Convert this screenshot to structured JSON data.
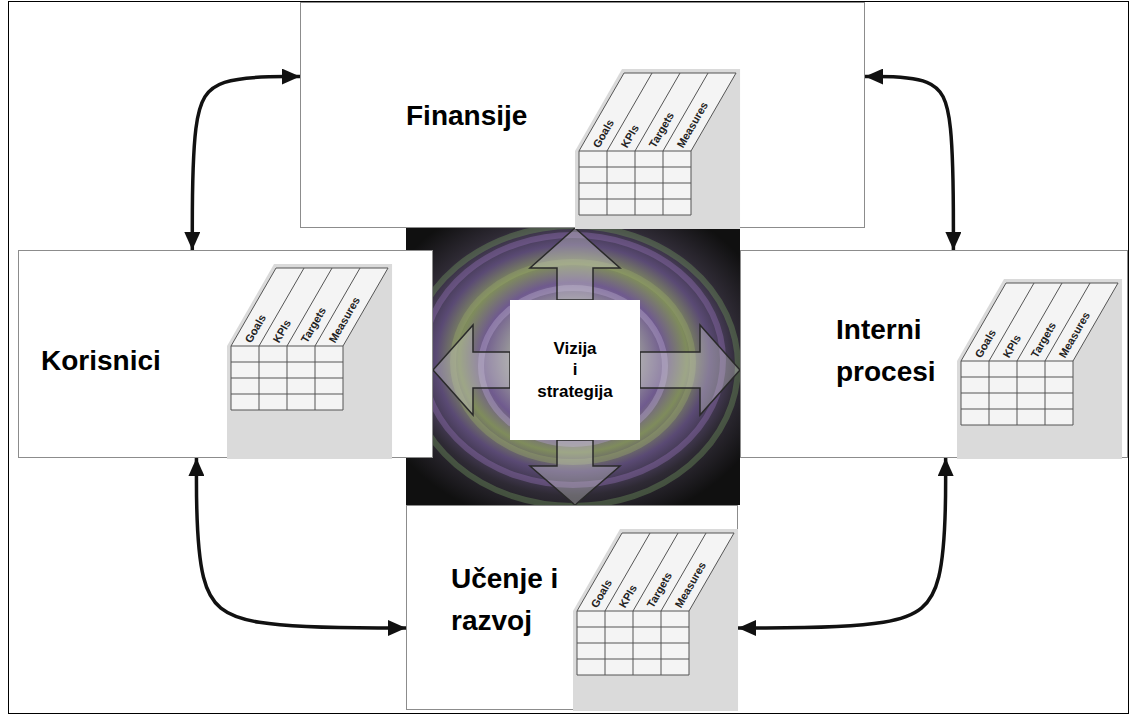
{
  "diagram": {
    "nodes": [
      {
        "text": [
          "Finansije"
        ]
      },
      {
        "text": [
          "Korisnici"
        ]
      },
      {
        "text": [
          "Vizija i strategija"
        ]
      },
      {
        "text": [
          "Interni procesi"
        ]
      },
      {
        "text": [
          "Učenje i razvoj"
        ]
      }
    ],
    "edges": [
      {
        "from": 1,
        "to": 0,
        "arrow": "both"
      },
      {
        "from": 0,
        "to": 3,
        "arrow": "both"
      },
      {
        "from": 1,
        "to": 4,
        "arrow": "both"
      },
      {
        "from": 4,
        "to": 3,
        "arrow": "both"
      },
      {
        "from": 2,
        "to": 0,
        "arrow": "to"
      },
      {
        "from": 2,
        "to": 1,
        "arrow": "to"
      },
      {
        "from": 2,
        "to": 3,
        "arrow": "to"
      },
      {
        "from": 2,
        "to": 4,
        "arrow": "to"
      }
    ],
    "labels": [
      "Goals",
      "KPIs",
      "Targets",
      "Measures",
      "Goals",
      "KPIs",
      "Targets",
      "Measures",
      "Goals",
      "KPIs",
      "Targets",
      "Measures",
      "Goals",
      "KPIs",
      "Targets",
      "Measures"
    ]
  }
}
